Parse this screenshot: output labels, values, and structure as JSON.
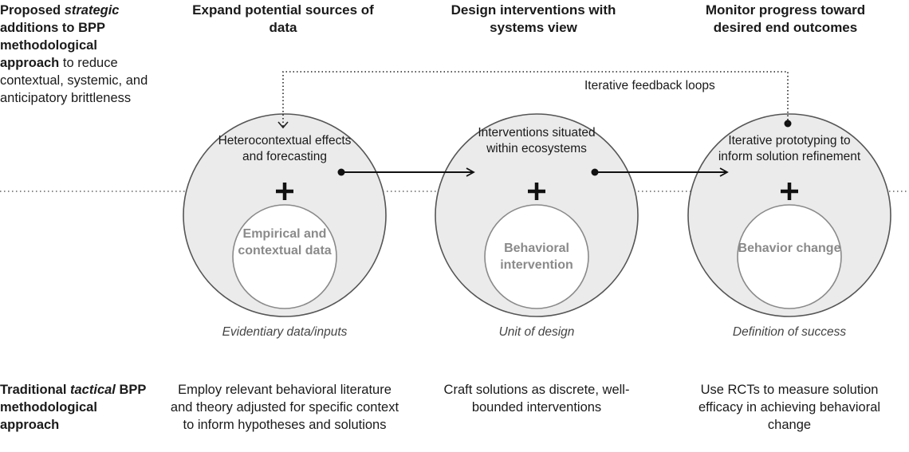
{
  "left": {
    "strategic": {
      "part1": "Proposed ",
      "part2": "strategic",
      "part3": " additions to BPP methodological approach",
      "part4": " to reduce contextual, systemic, and anticipatory brittleness"
    },
    "tactical": {
      "part1": "Traditional ",
      "part2": "tactical",
      "part3": " BPP methodological approach"
    }
  },
  "columns": [
    {
      "header": "Expand potential sources of data",
      "outer_label": "Heterocontextual effects and forecasting",
      "inner_label": "Empirical and contextual data",
      "caption": "Evidentiary data/inputs",
      "footer": "Employ relevant behavioral literature and theory adjusted for specific context to inform hypotheses and solutions"
    },
    {
      "header": "Design interventions with systems view",
      "outer_label": "Interventions situated within ecosystems",
      "inner_label": "Behavioral intervention",
      "caption": "Unit of design",
      "footer": "Craft solutions as discrete, well-bounded interventions"
    },
    {
      "header": "Monitor progress toward desired end outcomes",
      "outer_label": "Iterative prototyping to inform solution refinement",
      "inner_label": "Behavior change",
      "caption": "Definition of success",
      "footer": "Use RCTs to measure solution efficacy in achieving behavioral change"
    }
  ],
  "loop_label": "Iterative feedback loops",
  "colors": {
    "outer_fill": "#ebebeb",
    "outer_stroke": "#555555",
    "inner_fill": "#ffffff",
    "inner_stroke": "#8a8a8a",
    "inner_text": "#8a8a8a"
  }
}
